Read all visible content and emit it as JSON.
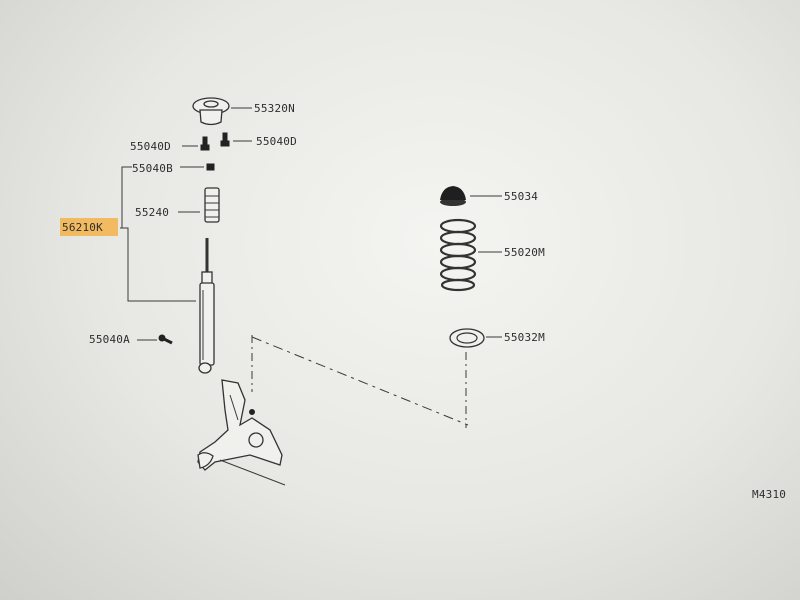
{
  "parts": {
    "mount_insulator": "55320N",
    "bolt_left": "55040D",
    "bolt_right": "55040D",
    "nut": "55040B",
    "bound_bumper": "55240",
    "shock_absorber_kit": "56210K",
    "lower_bolt": "55040A",
    "spring_seat_upper": "55034",
    "coil_spring": "55020M",
    "spring_seat_lower": "55032M"
  },
  "figure_code": "M4310",
  "colors": {
    "highlight": "#f3b34a",
    "line": "#3a3a3a",
    "paper": "#ececea"
  }
}
